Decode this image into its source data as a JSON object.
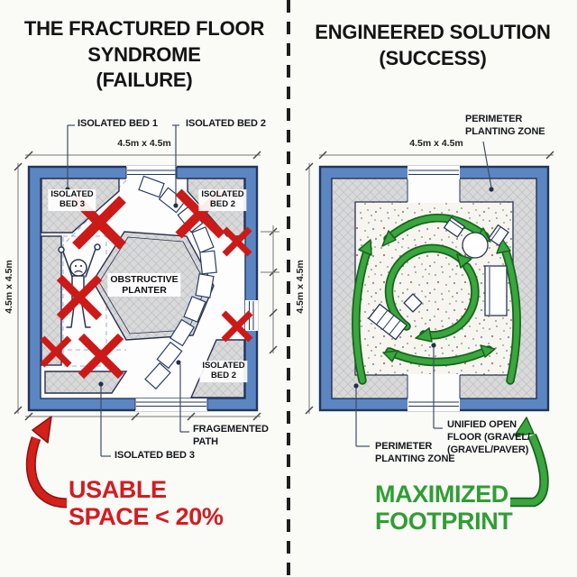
{
  "left_panel": {
    "title": "THE FRACTURED FLOOR\nSYNDROME\n(FAILURE)",
    "callouts": {
      "bed1": "ISOLATED BED 1",
      "bed2": "ISOLATED BED 2",
      "path": "FRAGEMENTED\nPATH",
      "bed3": "ISOLATED BED 3"
    },
    "plan_labels": {
      "bed3_top": "ISOLATED\nBED 3",
      "bed2_top": "ISOLATED\nBED 2",
      "planter": "OBSTRUCTIVE\nPLANTER",
      "bed2_bottom": "ISOLATED\nBED 2"
    },
    "dimensions": {
      "top": "4.5m x 4.5m",
      "side": "4.5m x 4.5m"
    },
    "verdict": "USABLE\nSPACE < 20%"
  },
  "right_panel": {
    "title": "ENGINEERED SOLUTION\n(SUCCESS)",
    "callouts": {
      "perimeter_top": "PERIMETER\nPLANTING ZONE",
      "perimeter_bottom": "PERIMETER\nPLANTING ZONE",
      "floor": "UNIFIED OPEN\nFLOOR (GRAVEL/\n(GRAVEL/PAVER)"
    },
    "dimensions": {
      "top": "4.5m x 4.5m",
      "side": "4.5m x 4.5m"
    },
    "verdict": "MAXIMIZED\nFOOTPRINT"
  },
  "colors": {
    "wall_blue": "#5b86c2",
    "wall_outline": "#22355e",
    "bed_gray": "#d9d9d9",
    "failure_red": "#d31c20",
    "success_green": "#2f9e33",
    "text_black": "#141414"
  }
}
